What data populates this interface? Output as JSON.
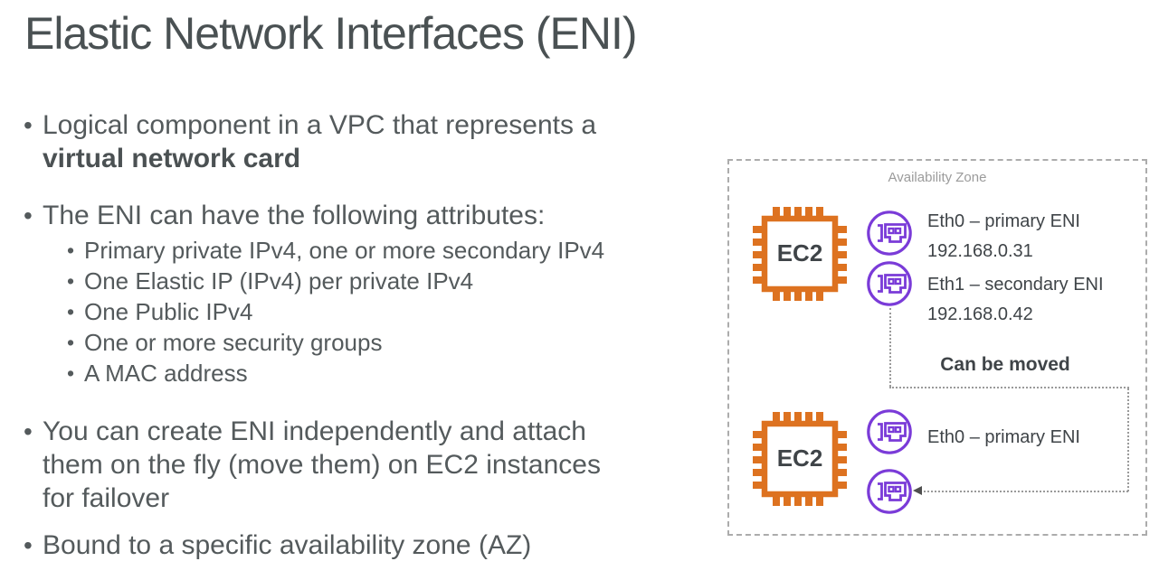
{
  "slide_title": "Elastic Network Interfaces (ENI)",
  "content": {
    "bullets": [
      {
        "text": "Logical component in a VPC that represents a\n",
        "bold_text": "virtual network card"
      },
      {
        "text": "The ENI can have the following attributes:",
        "sub": [
          "Primary private IPv4, one or more secondary IPv4",
          "One Elastic IP (IPv4) per private IPv4",
          "One Public IPv4",
          "One or more security groups",
          "A MAC address"
        ]
      },
      {
        "text": "You can create ENI independently and attach\nthem on the fly (move them) on EC2 instances\nfor failover"
      },
      {
        "text": "Bound to a specific availability zone (AZ)"
      }
    ]
  },
  "diagram": {
    "zone_label": "Availability Zone",
    "move_note": "Can be moved",
    "instance_top": {
      "label": "EC2",
      "eni0_line1": "Eth0 – primary ENI",
      "eni0_line2": "192.168.0.31",
      "eni1_line1": "Eth1 – secondary ENI",
      "eni1_line2": "192.168.0.42"
    },
    "instance_bottom": {
      "label": "EC2",
      "eni0_line1": "Eth0 – primary ENI"
    }
  },
  "colors": {
    "ec2_orange": "#DD7220",
    "eni_purple": "#7A3BD8",
    "title_text": "#4A5153",
    "body_text": "#545A5C",
    "diagram_text": "#3F4448",
    "zone_border": "#ACACAC",
    "zone_label_text": "#9B9B9B",
    "dotted_connector": "#9A9A9A"
  }
}
